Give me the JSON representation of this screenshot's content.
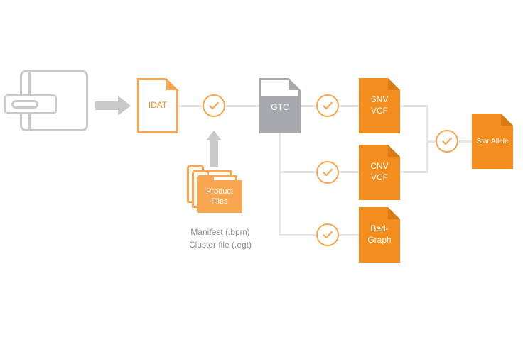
{
  "diagram": {
    "files": {
      "idat": {
        "label": "IDAT"
      },
      "gtc": {
        "label": "GTC"
      },
      "snv_vcf": {
        "line1": "SNV",
        "line2": "VCF"
      },
      "cnv_vcf": {
        "line1": "CNV",
        "line2": "VCF"
      },
      "bedgraph": {
        "line1": "Bed-",
        "line2": "Graph"
      },
      "star_allele": {
        "label": "Star Allele"
      },
      "product_files": {
        "line1": "Product",
        "line2": "Files"
      }
    },
    "captions": {
      "line1": "Manifest (.bpm)",
      "line2": "Cluster file (.egt)"
    },
    "icons": {
      "check": "✓",
      "arrow_right": "→",
      "arrow_up": "↑"
    },
    "colors": {
      "orange_solid": "#F28D1E",
      "orange_fold": "#D97B13",
      "orange_outline": "#F9A651",
      "gray_doc": "#A7A9AC",
      "gray_icon": "#C9C9C9",
      "connector": "#E6E6E6",
      "caption_text": "#8C8C8C"
    }
  }
}
